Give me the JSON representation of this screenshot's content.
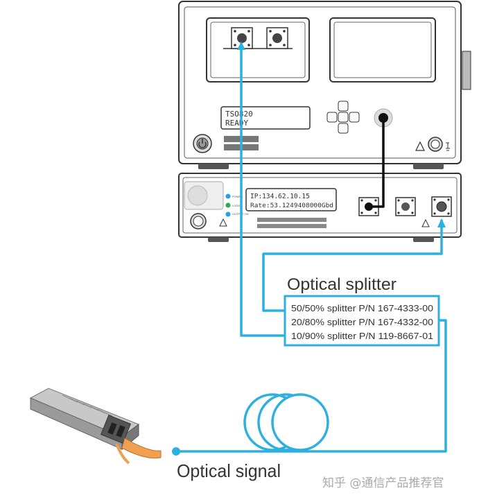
{
  "instrument": {
    "top_display_line1": "TSO820",
    "top_display_line2": "READY",
    "lower_display_line1": "IP:134.62.10.15",
    "lower_display_line2": "Rate:53.1249408000Gbd",
    "led_labels": [
      "POWER",
      "LOGIC",
      "OUTPUT\nON"
    ]
  },
  "splitter": {
    "title": "Optical splitter",
    "items": [
      "50/50% splitter P/N 167-4333-00",
      "20/80% splitter P/N 167-4332-00",
      "10/90% splitter P/N 119-8667-01"
    ]
  },
  "signal_label": "Optical signal",
  "watermark": "知乎 @通信产品推荐官",
  "colors": {
    "fiber": "#2cb0e0",
    "chassis_stroke": "#333333",
    "panel_fill": "#ffffff",
    "dark_bar": "#777777",
    "transceiver_handle": "#f0a050"
  }
}
